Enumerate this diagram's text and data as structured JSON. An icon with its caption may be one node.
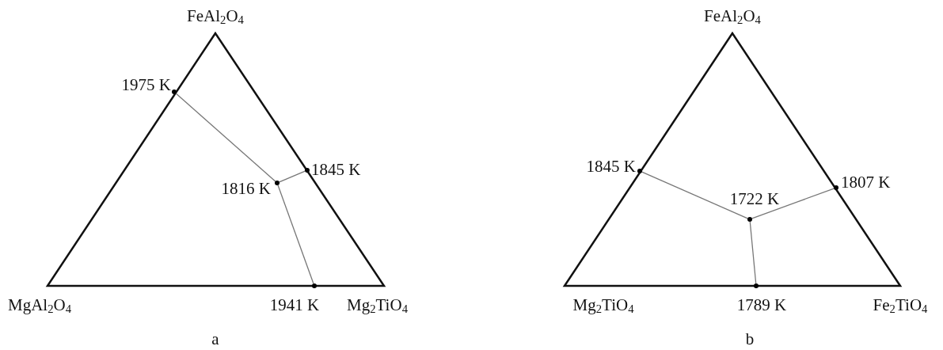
{
  "diagram": {
    "nodes": [
      {
        "text": [],
        "shape": "circle",
        "beside": [
          "1975 K"
        ]
      },
      {
        "text": [],
        "shape": "circle",
        "beside": [
          "1845 K"
        ]
      },
      {
        "text": [],
        "shape": "circle",
        "beside": [
          "1816 K"
        ]
      },
      {
        "text": [],
        "shape": "circle",
        "beside": [
          "1941 K"
        ]
      },
      {
        "text": [],
        "shape": "circle",
        "beside": [
          "1845 K"
        ]
      },
      {
        "text": [],
        "shape": "circle",
        "beside": [
          "1807 K"
        ]
      },
      {
        "text": [],
        "shape": "circle",
        "beside": [
          "1722 K"
        ]
      },
      {
        "text": [],
        "shape": "circle",
        "beside": [
          "1789 K"
        ]
      }
    ],
    "edges": [
      {
        "from": 0,
        "to": 2,
        "arrow": "none"
      },
      {
        "from": 1,
        "to": 2,
        "arrow": "none"
      },
      {
        "from": 2,
        "to": 3,
        "arrow": "none"
      },
      {
        "from": 4,
        "to": 6,
        "arrow": "none"
      },
      {
        "from": 5,
        "to": 6,
        "arrow": "none"
      },
      {
        "from": 6,
        "to": 7,
        "arrow": "none"
      }
    ],
    "labels": [
      "FeAl$_{2}$O$_{4}$",
      "MgAl$_{2}$O$_{4}$",
      "Mg$_{2}$TiO$_{4}$",
      "a",
      "FeAl$_{2}$O$_{4}$",
      "Mg$_{2}$TiO$_{4}$",
      "Fe$_{2}$TiO$_{4}$",
      "b"
    ]
  }
}
